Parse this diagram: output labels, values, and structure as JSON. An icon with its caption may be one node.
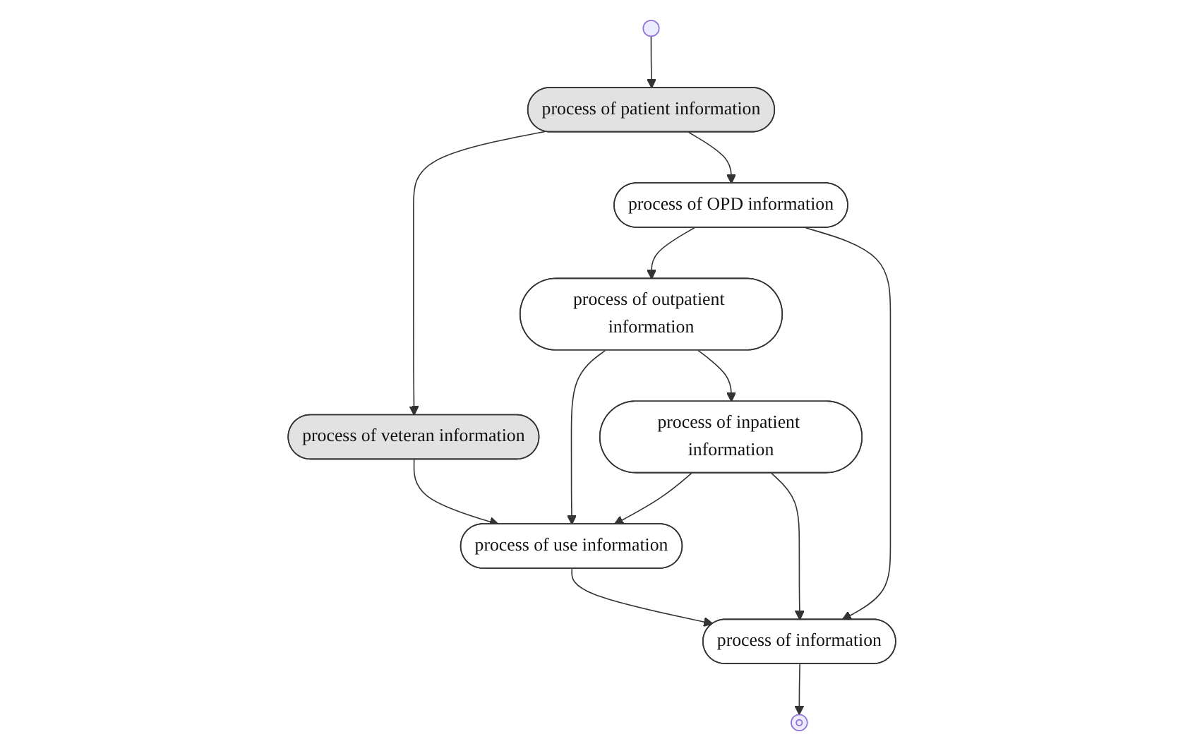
{
  "diagram": {
    "nodes": [
      {
        "text": [
          "process of patient information"
        ]
      },
      {
        "text": [
          "process of veteran information"
        ]
      },
      {
        "text": [
          "process of OPD information"
        ]
      },
      {
        "text": [
          "process of outpatient information"
        ]
      },
      {
        "text": [
          "process of use information"
        ]
      },
      {
        "text": [
          "process of inpatient information"
        ]
      },
      {
        "text": [
          "process of information"
        ]
      }
    ],
    "edges": [
      {
        "from": null,
        "to": 0,
        "arrow": "to"
      },
      {
        "from": 0,
        "to": 1,
        "arrow": "to"
      },
      {
        "from": 0,
        "to": 2,
        "arrow": "to"
      },
      {
        "from": 2,
        "to": 3,
        "arrow": "to"
      },
      {
        "from": 1,
        "to": 4,
        "arrow": "to"
      },
      {
        "from": 3,
        "to": 4,
        "arrow": "to"
      },
      {
        "from": 5,
        "to": 4,
        "arrow": "to"
      },
      {
        "from": 3,
        "to": 5,
        "arrow": "to"
      },
      {
        "from": 5,
        "to": 6,
        "arrow": "to"
      },
      {
        "from": 2,
        "to": 6,
        "arrow": "to"
      },
      {
        "from": 4,
        "to": 6,
        "arrow": "to"
      },
      {
        "from": 6,
        "to": null,
        "arrow": "to"
      }
    ]
  }
}
